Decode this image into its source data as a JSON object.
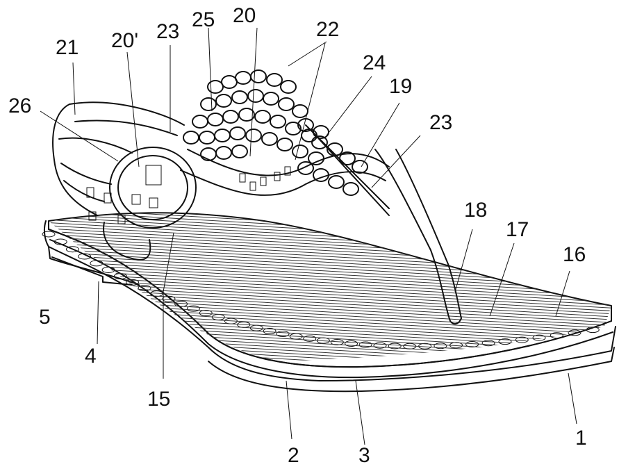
{
  "labels": {
    "l1": "1",
    "l2": "2",
    "l3": "3",
    "l4": "4",
    "l5": "5",
    "l15": "15",
    "l16": "16",
    "l17": "17",
    "l18": "18",
    "l19": "19",
    "l20": "20",
    "l20p": "20'",
    "l21": "21",
    "l22": "22",
    "l23a": "23",
    "l23b": "23",
    "l24": "24",
    "l25": "25",
    "l26": "26"
  }
}
